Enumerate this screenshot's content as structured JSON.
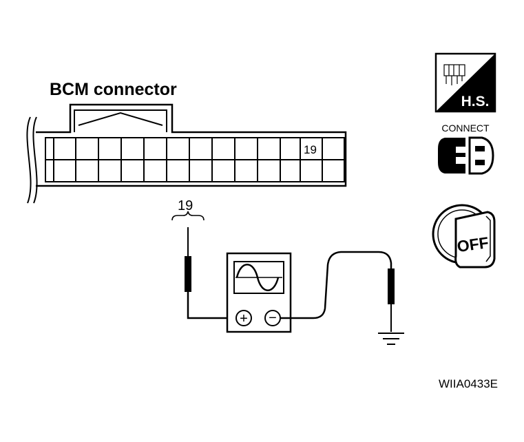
{
  "connector": {
    "title": "BCM connector",
    "pin_label": "19",
    "pin_under_bracket": "19"
  },
  "icons": {
    "harness_side_text": "H.S.",
    "connect_text": "CONNECT",
    "ignition_text": "OFF"
  },
  "meter": {
    "plus_symbol": "+",
    "minus_symbol": "−"
  },
  "figure_code": "WIIA0433E"
}
